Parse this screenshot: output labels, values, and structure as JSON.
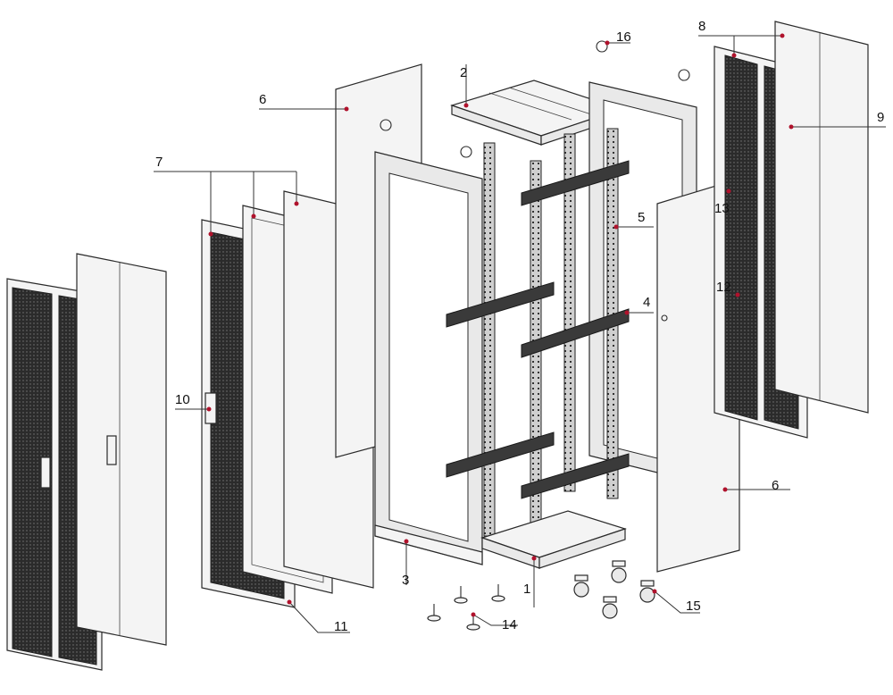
{
  "callouts": [
    {
      "id": "c1",
      "label": "1"
    },
    {
      "id": "c2",
      "label": "2"
    },
    {
      "id": "c3",
      "label": "3"
    },
    {
      "id": "c4",
      "label": "4"
    },
    {
      "id": "c5",
      "label": "5"
    },
    {
      "id": "c6a",
      "label": "6"
    },
    {
      "id": "c6b",
      "label": "6"
    },
    {
      "id": "c7",
      "label": "7"
    },
    {
      "id": "c8",
      "label": "8"
    },
    {
      "id": "c9",
      "label": "9"
    },
    {
      "id": "c10",
      "label": "10"
    },
    {
      "id": "c11",
      "label": "11"
    },
    {
      "id": "c12",
      "label": "12"
    },
    {
      "id": "c13",
      "label": "13"
    },
    {
      "id": "c14",
      "label": "14"
    },
    {
      "id": "c15",
      "label": "15"
    },
    {
      "id": "c16",
      "label": "16"
    }
  ],
  "colors": {
    "line": "#2a2a2a",
    "panel_fill": "#f4f4f4",
    "mesh": "#2b2b2b",
    "marker": "#b0122c",
    "background": "#ffffff"
  }
}
